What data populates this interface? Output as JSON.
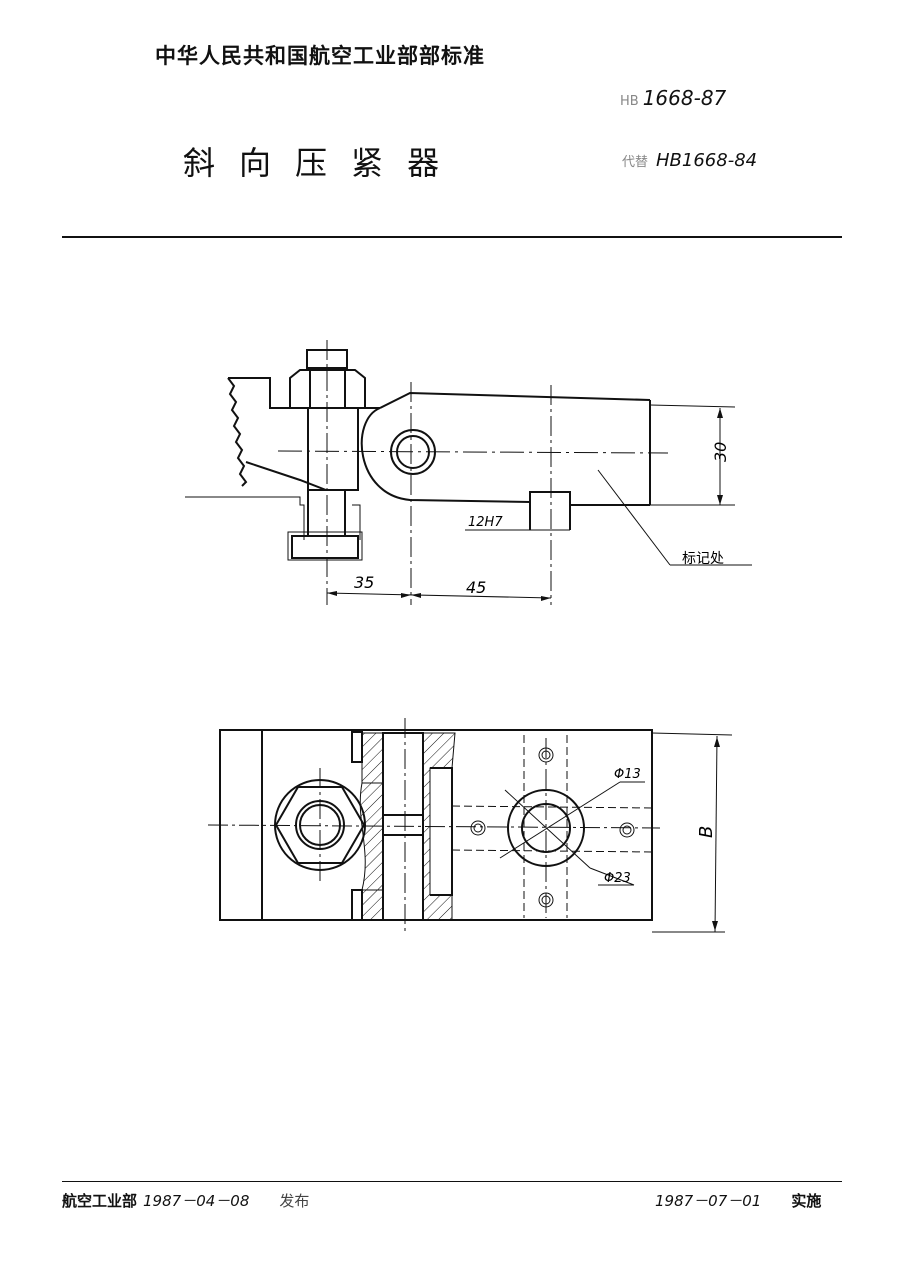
{
  "header": {
    "organization": "中华人民共和国航空工业部部标准",
    "standard_prefix": "HB",
    "standard_number": "1668-87",
    "title_chars": [
      "斜",
      "向",
      "压",
      "紧",
      "器"
    ],
    "replaces_prefix": "代替",
    "replaces_number": "HB1668-84"
  },
  "drawing_front": {
    "dim_height": "30",
    "dim_left": "35",
    "dim_right": "45",
    "fit_label": "12H7",
    "marking_label": "标记处"
  },
  "drawing_top": {
    "dia_inner": "Φ13",
    "dia_outer": "Φ23",
    "dim_width": "B"
  },
  "footer": {
    "issuer": "航空工业部",
    "issue_date": "1987－04－08",
    "issue_action": "发布",
    "effective_date": "1987－07－01",
    "effective_action": "实施"
  }
}
